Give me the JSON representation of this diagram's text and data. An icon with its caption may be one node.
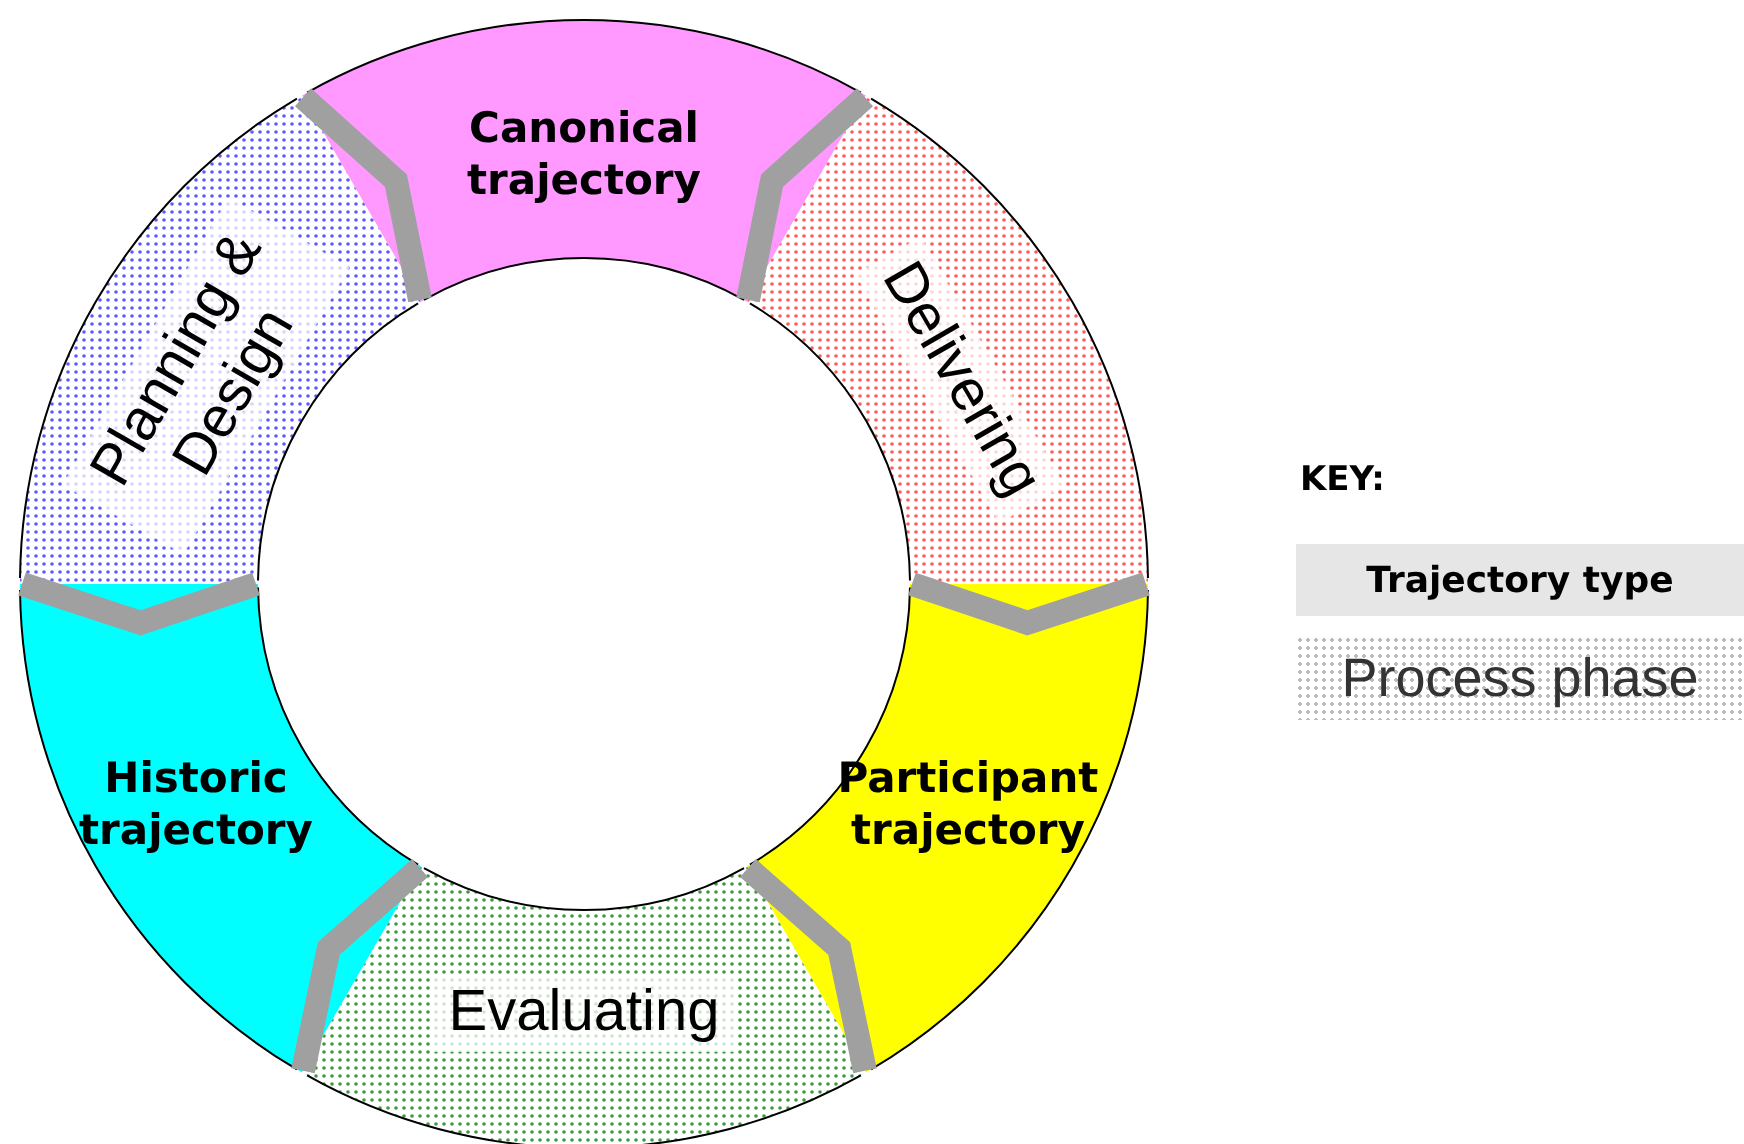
{
  "diagram": {
    "nodes": [
      {
        "text": [
          "Canonical trajectory"
        ]
      },
      {
        "text": [
          "Planning & Design"
        ]
      },
      {
        "text": [
          "Delivering"
        ]
      },
      {
        "text": [
          "Historic trajectory"
        ]
      },
      {
        "text": [
          "Participant trajectory"
        ]
      },
      {
        "text": [
          "Evaluating"
        ]
      }
    ],
    "labels": [
      "KEY:"
    ],
    "legend": [
      {
        "text": "Trajectory type",
        "color": "#e6e6e6"
      },
      {
        "text": "Process phase"
      }
    ]
  }
}
